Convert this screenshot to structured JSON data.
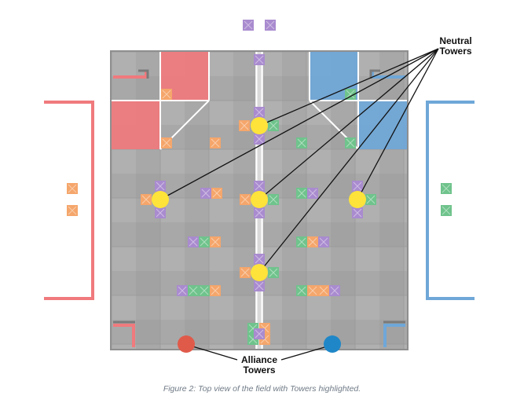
{
  "labels": {
    "neutral_line1": "Neutral",
    "neutral_line2": "Towers",
    "alliance_line1": "Alliance",
    "alliance_line2": "Towers"
  },
  "caption": "Figure 2: Top view of the field with Towers highlighted.",
  "colors": {
    "red_alliance": "#f07a7d",
    "blue_alliance": "#6fa7d8",
    "tower_yellow": "#fde33a",
    "red_tower": "#e05a4a",
    "blue_tower": "#1f87c8",
    "cube_purple": "#a98bcf",
    "cube_orange": "#f5a66b",
    "cube_green": "#6fc38c",
    "field_gray": "#a9a9a9"
  },
  "counts": {
    "neutral_towers": 5,
    "alliance_towers": 2
  }
}
